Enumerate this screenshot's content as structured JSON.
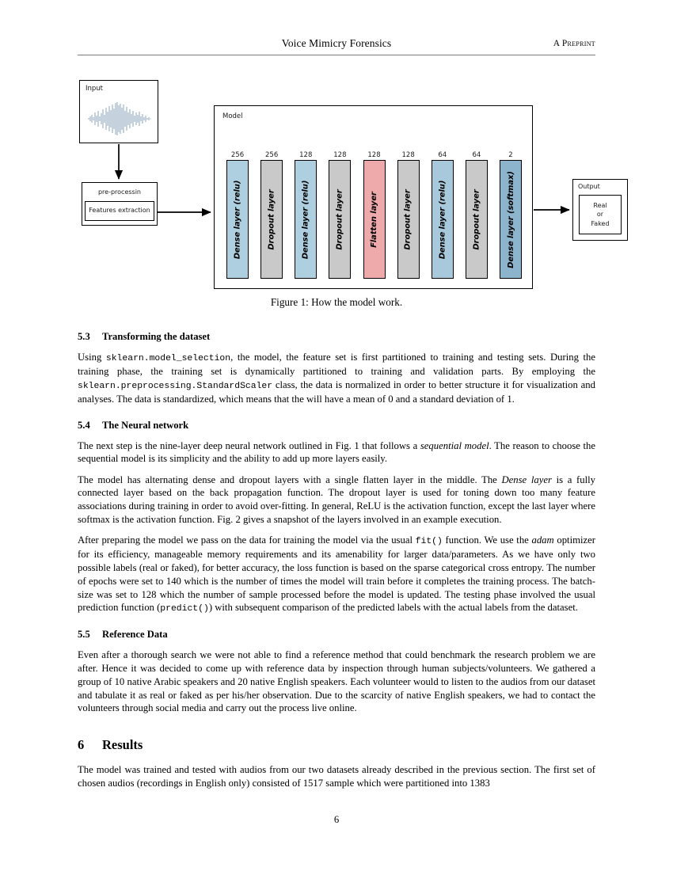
{
  "header": {
    "title": "Voice Mimicry Forensics",
    "right": "A Preprint"
  },
  "figure": {
    "input_label": "Input",
    "preprocessing_label": "pre-processin",
    "features_label": "Features extraction",
    "model_label": "Model",
    "output_label": "Output",
    "output_text_1": "Real",
    "output_text_2": "or",
    "output_text_3": "Faked",
    "caption": "Figure 1: How the model work.",
    "layers": [
      {
        "count": "256",
        "label": "Dense layer (relu)",
        "color": "#aecfdf",
        "kind": "dense"
      },
      {
        "count": "256",
        "label": "Dropout layer",
        "color": "#c9c9c9",
        "kind": "dropout"
      },
      {
        "count": "128",
        "label": "Dense layer (relu)",
        "color": "#aecfdf",
        "kind": "dense"
      },
      {
        "count": "128",
        "label": "Dropout layer",
        "color": "#c9c9c9",
        "kind": "dropout"
      },
      {
        "count": "128",
        "label": "Flatten layer",
        "color": "#eeaaaa",
        "kind": "flatten"
      },
      {
        "count": "128",
        "label": "Dropout layer",
        "color": "#c9c9c9",
        "kind": "dropout"
      },
      {
        "count": "64",
        "label": "Dense layer (relu)",
        "color": "#a8c9dc",
        "kind": "dense"
      },
      {
        "count": "64",
        "label": "Dropout layer",
        "color": "#c9c9c9",
        "kind": "dropout"
      },
      {
        "count": "2",
        "label": "Dense layer (softmax)",
        "color": "#8cb4cc",
        "kind": "dense"
      }
    ]
  },
  "sections": {
    "s53": {
      "number": "5.3",
      "title": "Transforming the dataset",
      "p1_a": "Using ",
      "p1_code1": "sklearn.model_selection",
      "p1_b": ", the model, the feature set is first partitioned to training and testing sets. During the training phase, the training set is dynamically partitioned to training and validation parts. By employing the ",
      "p1_code2": "sklearn.preprocessing.StandardScaler",
      "p1_c": " class, the data is normalized in order to better structure it for visualization and analyses. The data is standardized, which means that the will have a mean of 0 and a standard deviation of 1."
    },
    "s54": {
      "number": "5.4",
      "title": "The Neural network",
      "p1_a": "The next step is the nine-layer deep neural network outlined in Fig. 1 that follows a ",
      "p1_it": "sequential model",
      "p1_b": ". The reason to choose the sequential model is its simplicity and the ability to add up more layers easily.",
      "p2_a": "The model has alternating dense and dropout layers with a single flatten layer in the middle. The ",
      "p2_it": "Dense layer",
      "p2_b": " is a fully connected layer based on the back propagation function. The dropout layer is used for toning down too many feature associations during training in order to avoid over-fitting. In general, ReLU is the activation function, except the last layer where softmax is the activation function. Fig. 2 gives a snapshot of the layers involved in an example execution.",
      "p3_a": "After preparing the model we pass on the data for training the model via the usual ",
      "p3_code1": "fit()",
      "p3_b": " function. We use the ",
      "p3_it": "adam",
      "p3_c": " optimizer for its efficiency, manageable memory requirements and its amenability for larger data/parameters. As we have only two possible labels (real or faked), for better accuracy, the loss function is based on the sparse categorical cross entropy. The number of epochs were set to 140 which is the number of times the model will train before it completes the training process. The batch-size was set to 128 which the number of sample processed before the model is updated. The testing phase involved the usual prediction function (",
      "p3_code2": "predict()",
      "p3_d": ") with subsequent comparison of the predicted labels with the actual labels from the dataset."
    },
    "s55": {
      "number": "5.5",
      "title": "Reference Data",
      "p1": "Even after a thorough search we were not able to find a reference method that could benchmark the research problem we are after. Hence it was decided to come up with reference data by inspection through human subjects/volunteers. We gathered a group of 10 native Arabic speakers and 20 native English speakers. Each volunteer would to listen to the audios from our dataset and tabulate it as real or faked as per his/her observation. Due to the scarcity of native English speakers, we had to contact the volunteers through social media and carry out the process live online."
    },
    "s6": {
      "number": "6",
      "title": "Results",
      "p1": "The model was trained and tested with audios from our two datasets already described in the previous section. The first set of chosen audios (recordings in English only) consisted of 1517 sample which were partitioned into 1383"
    }
  },
  "footer": {
    "page_number": "6"
  }
}
